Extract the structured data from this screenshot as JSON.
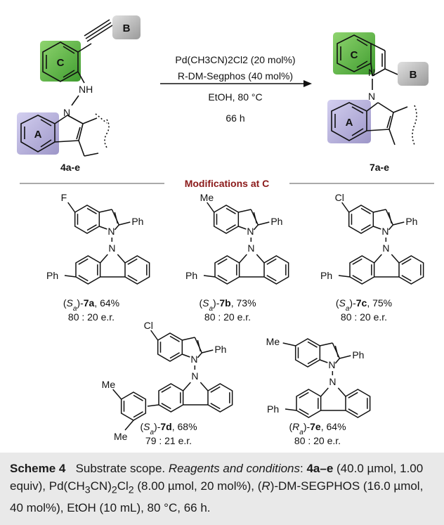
{
  "reaction": {
    "conditions": [
      "Pd(CH3CN)2Cl2 (20 mol%)",
      "R-DM-Segphos (40 mol%)",
      "EtOH, 80 °C",
      "66 h"
    ],
    "reactant_label": "4a-e",
    "product_label": "7a-e",
    "ring_labels": {
      "a": "A",
      "b": "B",
      "c": "C"
    },
    "nh_label": "NH",
    "n_label": "N"
  },
  "section_title": "Modifications at C",
  "substituents": {
    "ph": "Ph",
    "f": "F",
    "me": "Me",
    "cl": "Cl"
  },
  "products": [
    {
      "config": "(Sa)-7a",
      "yield": "64%",
      "er": "80 : 20 e.r."
    },
    {
      "config": "(Sa)-7b",
      "yield": "73%",
      "er": "80 : 20 e.r."
    },
    {
      "config": "(Sa)-7c",
      "yield": "75%",
      "er": "80 : 20 e.r."
    },
    {
      "config": "(Sa)-7d",
      "yield": "68%",
      "er": "79 : 21 e.r."
    },
    {
      "config": "(Ra)-7e",
      "yield": "64%",
      "er": "80 : 20 e.r."
    }
  ],
  "caption": {
    "label": "Scheme 4",
    "title": "Substrate scope.",
    "conditions_label": "Reagents and conditions",
    "text": "4a–e (40.0 µmol, 1.00 equiv), Pd(CH3CN)2Cl2 (8.00 µmol, 20 mol%), (R)-DM-SEGPHOS (16.0 µmol, 40 mol%), EtOH (10 mL), 80 °C, 66 h."
  },
  "colors": {
    "ring_a": "#b8b2d8",
    "ring_b": "#b9b9b9",
    "ring_c": "#5cb946",
    "section_title": "#8b1a1a",
    "caption_bg": "#e9e9e9"
  }
}
